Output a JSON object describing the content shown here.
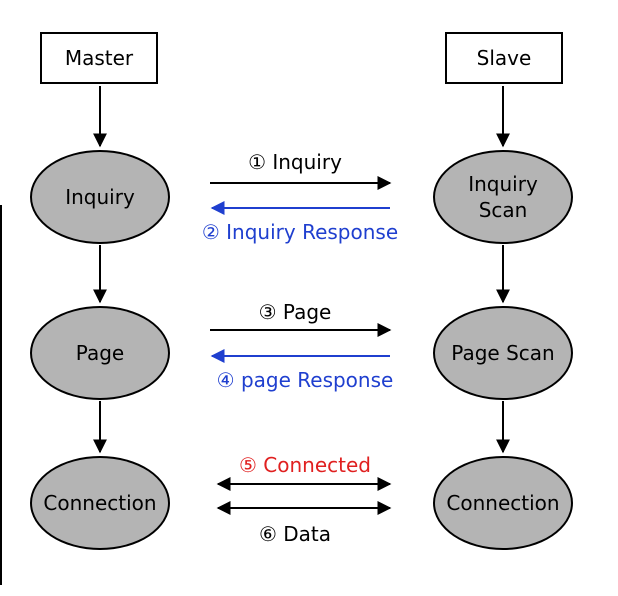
{
  "master": {
    "label": "Master"
  },
  "slave": {
    "label": "Slave"
  },
  "master_states": {
    "inquiry": "Inquiry",
    "page": "Page",
    "connection": "Connection"
  },
  "slave_states": {
    "inquiry_scan_line1": "Inquiry",
    "inquiry_scan_line2": "Scan",
    "page_scan": "Page Scan",
    "connection": "Connection"
  },
  "messages": {
    "m1": "① Inquiry",
    "m2": "② Inquiry Response",
    "m3": "③ Page",
    "m4": "④ page Response",
    "m5": "⑤ Connected",
    "m6": "⑥ Data"
  },
  "colors": {
    "request": "#000000",
    "response": "#1f3fcf",
    "connected": "#e02020",
    "node_fill": "#b4b4b4"
  }
}
